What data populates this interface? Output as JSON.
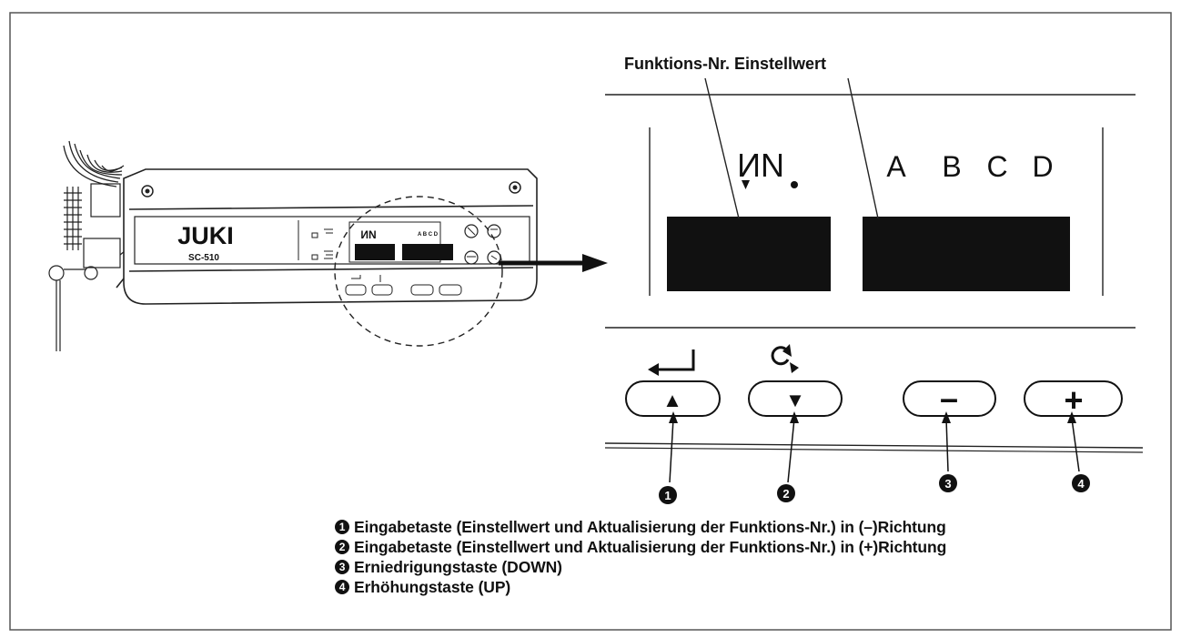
{
  "header_label": "Funktions-Nr. Einstellwert",
  "unit": {
    "brand": "JUKI",
    "model": "SC-510",
    "small_display_glyphs": "ИN",
    "small_display_letters": "A B C D"
  },
  "panel": {
    "display_glyphs": "ИN",
    "letters": [
      "A",
      "B",
      "C",
      "D"
    ]
  },
  "buttons": [
    {
      "number": "1",
      "symbol": "▲"
    },
    {
      "number": "2",
      "symbol": "▼"
    },
    {
      "number": "3",
      "symbol": "–"
    },
    {
      "number": "4",
      "symbol": "+"
    }
  ],
  "notes": [
    {
      "marker": "1",
      "text": "Eingabetaste (Einstellwert und Aktualisierung der Funktions-Nr.) in (–)Richtung"
    },
    {
      "marker": "2",
      "text": "Eingabetaste (Einstellwert und Aktualisierung der Funktions-Nr.) in (+)Richtung"
    },
    {
      "marker": "3",
      "text": "Erniedrigungstaste (DOWN)"
    },
    {
      "marker": "4",
      "text": "Erhöhungstaste (UP)"
    }
  ],
  "colors": {
    "ink": "#111111",
    "paper": "#ffffff",
    "frame": "#555555"
  }
}
